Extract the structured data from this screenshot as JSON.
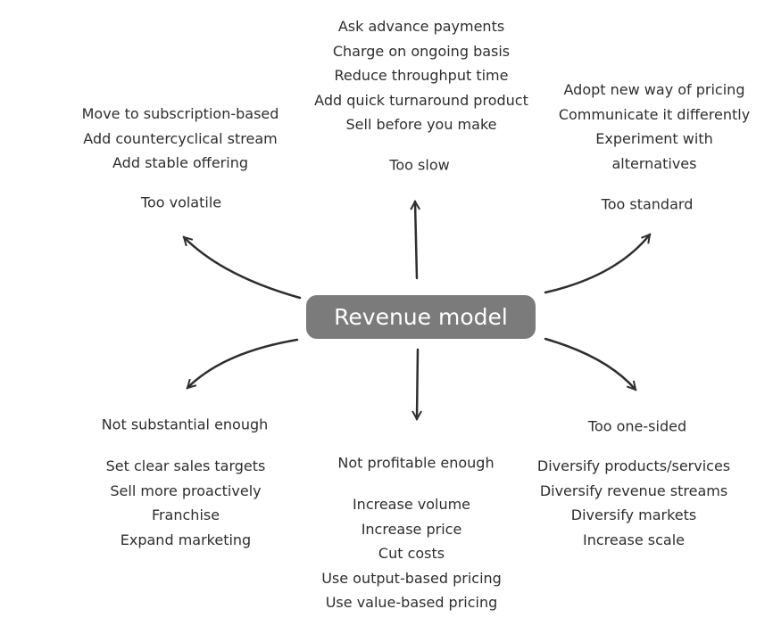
{
  "center": {
    "label": "Revenue model"
  },
  "branches": {
    "volatile": {
      "problem": "Too volatile",
      "solutions": [
        "Move to subscription-based",
        "Add countercyclical stream",
        "Add stable offering"
      ]
    },
    "slow": {
      "problem": "Too slow",
      "solutions": [
        "Ask advance payments",
        "Charge on ongoing basis",
        "Reduce throughput time",
        "Add quick turnaround product",
        "Sell before you make"
      ]
    },
    "standard": {
      "problem": "Too standard",
      "solutions": [
        "Adopt new way of pricing",
        "Communicate it differently",
        "Experiment with",
        "alternatives"
      ]
    },
    "substantial": {
      "problem": "Not substantial enough",
      "solutions": [
        "Set clear sales targets",
        "Sell more proactively",
        "Franchise",
        "Expand marketing"
      ]
    },
    "profitable": {
      "problem": "Not profitable enough",
      "solutions": [
        "Increase volume",
        "Increase price",
        "Cut costs",
        "Use output-based pricing",
        "Use value-based pricing"
      ]
    },
    "onesided": {
      "problem": "Too one-sided",
      "solutions": [
        "Diversify products/services",
        "Diversify revenue streams",
        "Diversify markets",
        "Increase scale"
      ]
    }
  }
}
